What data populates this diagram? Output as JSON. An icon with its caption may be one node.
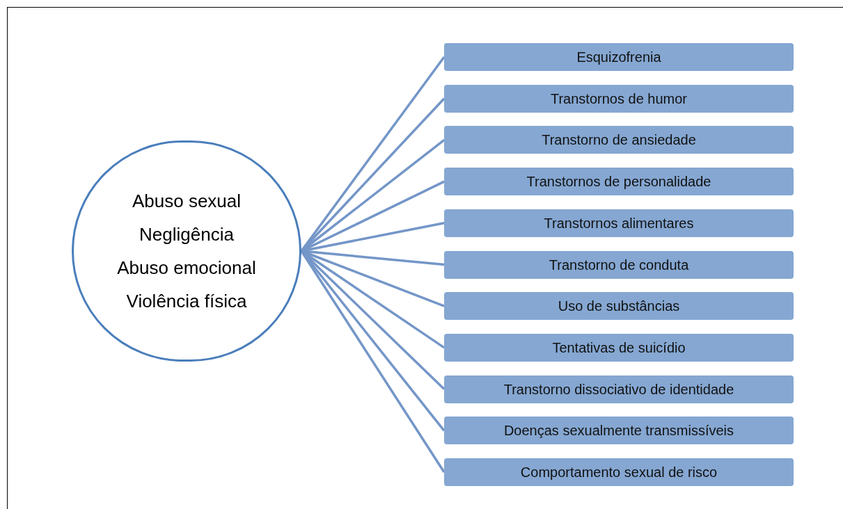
{
  "diagram": {
    "nodes": [
      {
        "text": [
          "Abuso sexual",
          "Negligência",
          "Abuso emocional",
          "Violência física"
        ]
      },
      {
        "text": [
          "Esquizofrenia"
        ]
      },
      {
        "text": [
          "Transtornos de humor"
        ]
      },
      {
        "text": [
          "Transtorno de ansiedade"
        ]
      },
      {
        "text": [
          "Transtornos de personalidade"
        ]
      },
      {
        "text": [
          "Transtornos alimentares"
        ]
      },
      {
        "text": [
          "Transtorno de conduta"
        ]
      },
      {
        "text": [
          "Uso de substâncias"
        ]
      },
      {
        "text": [
          "Tentativas de suicídio"
        ]
      },
      {
        "text": [
          "Transtorno dissociativo de identidade"
        ]
      },
      {
        "text": [
          "Doenças sexualmente transmissíveis"
        ]
      },
      {
        "text": [
          "Comportamento sexual de risco"
        ]
      }
    ],
    "edges": [
      {
        "from": 0,
        "to": 1,
        "arrow": "none"
      },
      {
        "from": 0,
        "to": 2,
        "arrow": "none"
      },
      {
        "from": 0,
        "to": 3,
        "arrow": "none"
      },
      {
        "from": 0,
        "to": 4,
        "arrow": "none"
      },
      {
        "from": 0,
        "to": 5,
        "arrow": "none"
      },
      {
        "from": 0,
        "to": 6,
        "arrow": "none"
      },
      {
        "from": 0,
        "to": 7,
        "arrow": "none"
      },
      {
        "from": 0,
        "to": 8,
        "arrow": "none"
      },
      {
        "from": 0,
        "to": 9,
        "arrow": "none"
      },
      {
        "from": 0,
        "to": 10,
        "arrow": "none"
      },
      {
        "from": 0,
        "to": 11,
        "arrow": "none"
      }
    ]
  }
}
